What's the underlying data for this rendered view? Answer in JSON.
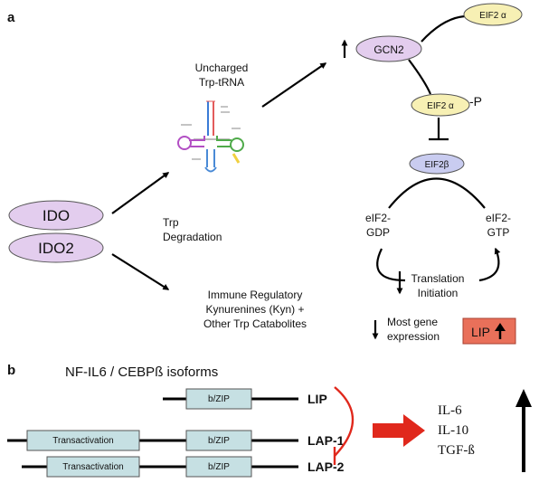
{
  "panel_a": {
    "label": "a",
    "nodes": {
      "ido": "IDO",
      "ido2": "IDO2",
      "gcn2": "GCN2",
      "eif2a_top": "EIF2 α",
      "eif2a_p": "EIF2 α",
      "phospho_p": "-P",
      "eif2b": "EIF2β",
      "lip_box": "LIP"
    },
    "labels": {
      "uncharged_line1": "Uncharged",
      "uncharged_line2": "Trp-tRNA",
      "trp_line1": "Trp",
      "trp_line2": "Degradation",
      "immune_line1": "Immune Regulatory",
      "immune_line2": "Kynurenines (Kyn) +",
      "immune_line3": "Other Trp Catabolites",
      "gdp_line1": "eIF2-",
      "gdp_line2": "GDP",
      "gtp_line1": "eIF2-",
      "gtp_line2": "GTP",
      "transl_line1": "Translation",
      "transl_line2": "Initiation",
      "gene_line1": "Most gene",
      "gene_line2": "expression"
    },
    "colors": {
      "ido_fill": "#e3cdee",
      "gcn2_fill": "#e3cdee",
      "eif2a_fill": "#f7f0b4",
      "eif2b_fill": "#c9ccf0",
      "lip_fill": "#e9705a"
    }
  },
  "panel_b": {
    "label": "b",
    "title": "NF-IL6 / CEBPß isoforms",
    "domains": {
      "bzip": "b/ZIP",
      "transactivation": "Transactivation"
    },
    "isoforms": [
      "LIP",
      "LAP-1",
      "LAP-2"
    ],
    "cytokines": [
      "IL-6",
      "IL-10",
      "TGF-ß"
    ],
    "colors": {
      "domain_fill": "#c6e0e3",
      "inhibit_color": "#e0281c"
    }
  }
}
